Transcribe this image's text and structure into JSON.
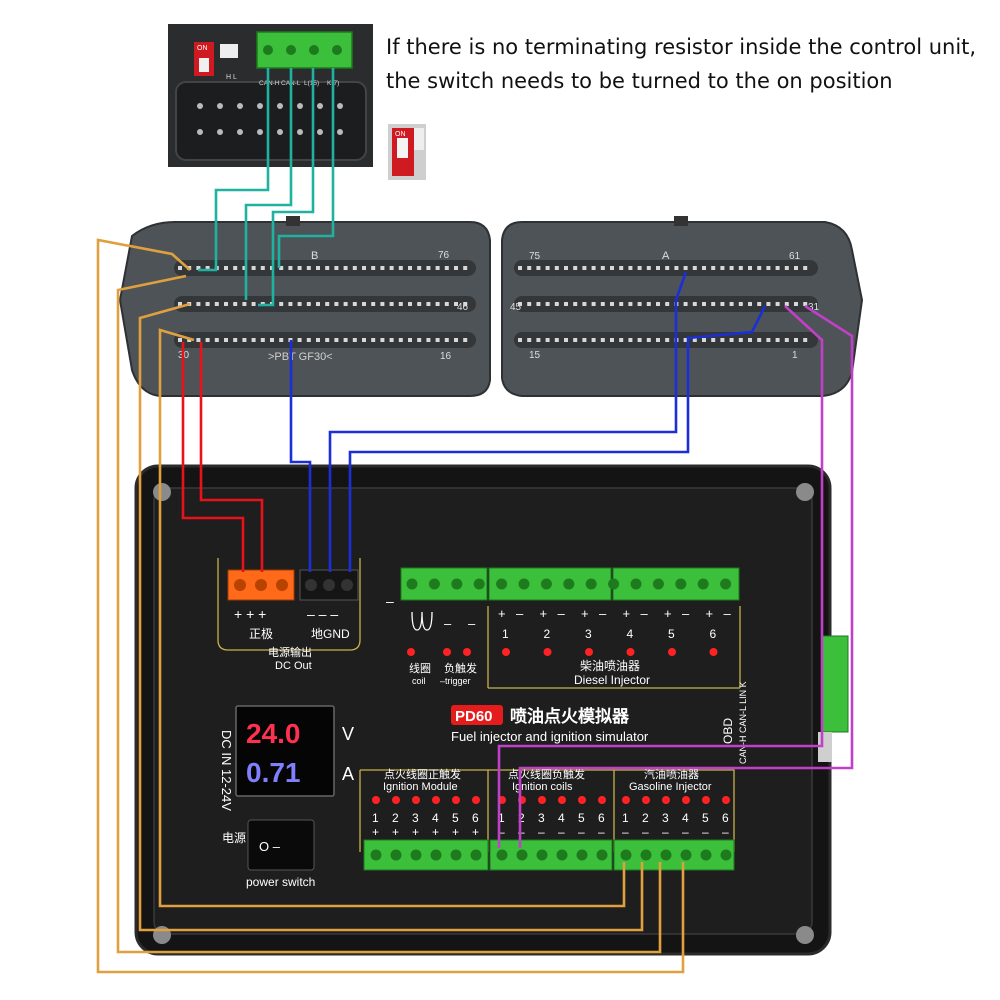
{
  "note": {
    "line1": "If there is no terminating resistor inside the control unit,",
    "line2": "the switch needs to be turned to the on position"
  },
  "obd_photo": {
    "switch_on_label": "ON",
    "switch_pos_label": "H L",
    "pins": [
      "CAN-H",
      "CAN-L",
      "L(15)",
      "K(7)"
    ]
  },
  "switch_detail": {
    "on_label": "ON"
  },
  "ecu": {
    "connector_b": {
      "letter": "B",
      "pins": [
        "76",
        "46",
        "30",
        "16"
      ],
      "marking": ">PBT GF30<"
    },
    "connector_a": {
      "letter": "A",
      "pins": [
        "75",
        "61",
        "45",
        "31",
        "15",
        "1"
      ]
    }
  },
  "device": {
    "model": "PD60",
    "title_cn": "喷油点火模拟器",
    "title_en": "Fuel injector and ignition simulator",
    "voltage": "24.0",
    "voltage_unit": "V",
    "current": "0.71",
    "current_unit": "A",
    "dc_in": "DC IN 12-24V",
    "power_cn": "电源",
    "power_switch": "power switch",
    "switch_symbols": "O  –",
    "dc_out_cn": "电源输出",
    "dc_out_en": "DC Out",
    "positive_cn": "正极",
    "ground": "地GND",
    "plus_signs": "+  +  +",
    "minus_signs": "–  –  –",
    "coil_cn": "线圈",
    "coil_en": "coil",
    "trigger_cn": "负触发",
    "trigger_en": "–trigger",
    "diesel_cn": "柴油喷油器",
    "diesel_en": "Diesel Injector",
    "diesel_numbers": [
      "1",
      "2",
      "3",
      "4",
      "5",
      "6"
    ],
    "obd_label": "OBD",
    "obd_pins": "CAN-H CAN-L LIN K",
    "ign_module_cn": "点火线圈正触发",
    "ign_module_en": "Ignition Module",
    "ign_coils_cn": "点火线圈负触发",
    "ign_coils_en": "Ignition coils",
    "gas_cn": "汽油喷油器",
    "gas_en": "Gasoline Injector",
    "numbers": [
      "1",
      "2",
      "3",
      "4",
      "5",
      "6"
    ],
    "plus": "+",
    "minus": "–"
  },
  "colors": {
    "teal_wire": "#20b2a0",
    "red_wire": "#e8121a",
    "blue_wire": "#1a2fd8",
    "magenta_wire": "#c040c8",
    "orange_wire": "#e0a040",
    "green_terminal": "#3cc03c",
    "orange_terminal": "#ff6a1a",
    "display_red": "#ff3050",
    "display_blue": "#8080ff",
    "panel_line": "#c8b24a"
  }
}
